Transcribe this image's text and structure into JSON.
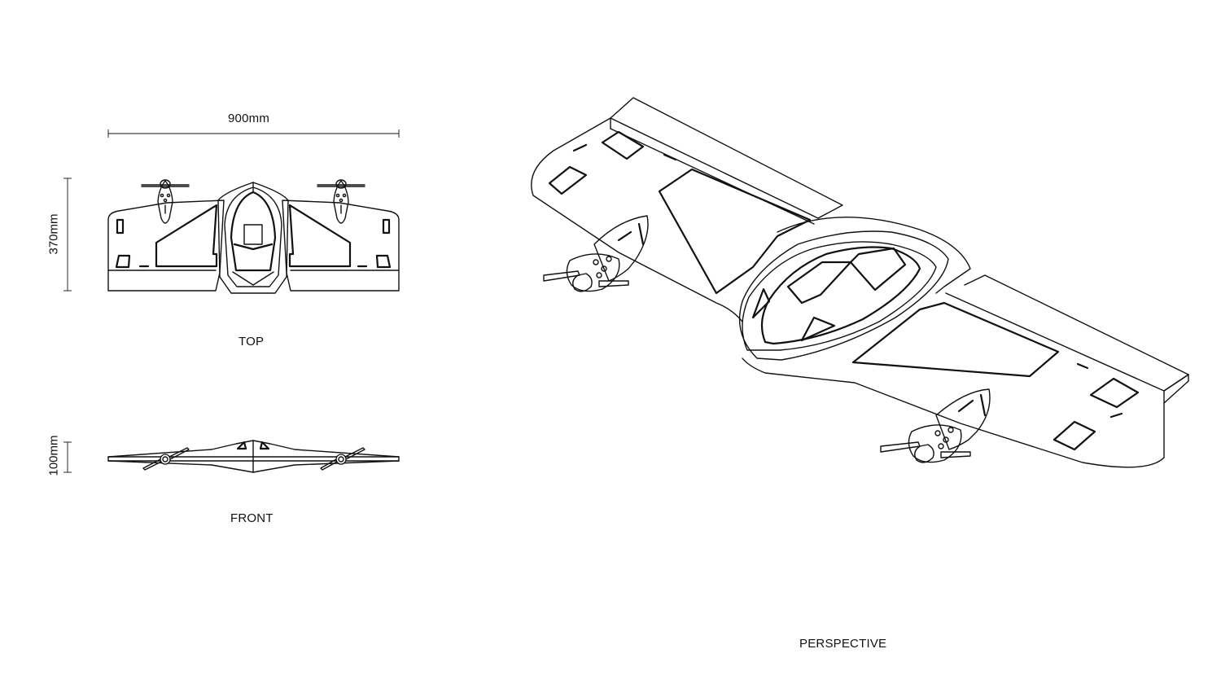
{
  "views": {
    "top": {
      "label": "TOP"
    },
    "front": {
      "label": "FRONT"
    },
    "perspective": {
      "label": "PERSPECTIVE"
    }
  },
  "dimensions": {
    "span": "900mm",
    "length": "370mm",
    "height": "100mm"
  }
}
